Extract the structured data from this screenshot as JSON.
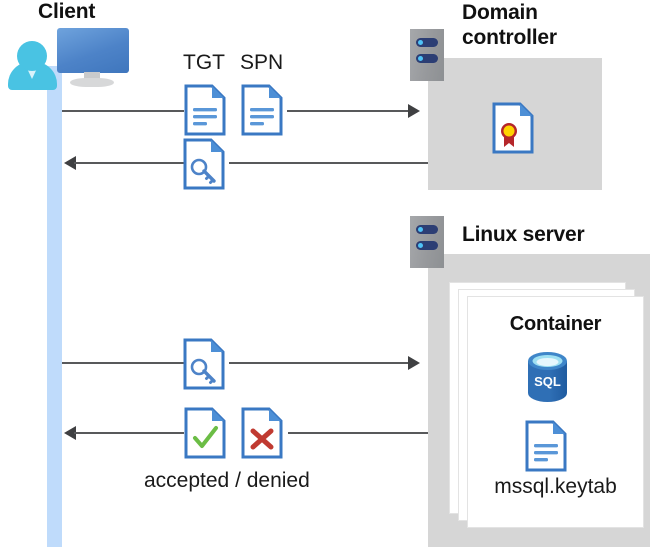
{
  "diagram": {
    "title_alt": "Kerberos authentication flow between client, domain controller and Linux server container",
    "colors": {
      "zone_gray": "#d6d6d6",
      "lifeline_blue": "#bfdbfb",
      "doc_blue": "#3a78c3",
      "accent_blue": "#4d83c8",
      "sql_blue": "#2f6fb5",
      "check_green": "#6bbd45",
      "cross_red": "#c03a31",
      "seal_yellow": "#ffd400",
      "seal_red": "#b5262a",
      "line_gray": "#58595b",
      "rack_gray": "#97999c"
    }
  },
  "actors": {
    "client": {
      "label": "Client",
      "icon": "user-computer-icon"
    },
    "domain_controller": {
      "label_line1": "Domain",
      "label_line2": "controller",
      "rack_icon": "server-rack-icon",
      "contents": [
        {
          "icon": "certificate-document-icon",
          "name": "certificate"
        }
      ]
    },
    "linux_server": {
      "label": "Linux server",
      "rack_icon": "server-rack-icon",
      "container": {
        "label": "Container",
        "items": [
          {
            "icon": "sql-database-icon",
            "label": "SQL"
          },
          {
            "icon": "keytab-document-icon",
            "label": "mssql.keytab"
          }
        ]
      }
    }
  },
  "messages": [
    {
      "id": "msg-tgt-spn",
      "direction": "right",
      "from": "client",
      "to": "domain_controller",
      "icons": [
        {
          "name": "tgt-document-icon",
          "label": "TGT"
        },
        {
          "name": "spn-document-icon",
          "label": "SPN"
        }
      ]
    },
    {
      "id": "msg-service-ticket",
      "direction": "left",
      "from": "domain_controller",
      "to": "client",
      "icons": [
        {
          "name": "key-document-icon",
          "label": ""
        }
      ]
    },
    {
      "id": "msg-ticket-presented",
      "direction": "right",
      "from": "client",
      "to": "linux_server",
      "icons": [
        {
          "name": "key-document-icon",
          "label": ""
        }
      ]
    },
    {
      "id": "msg-auth-result",
      "direction": "left",
      "from": "linux_server",
      "to": "client",
      "icons": [
        {
          "name": "accepted-document-icon",
          "label": ""
        },
        {
          "name": "denied-document-icon",
          "label": ""
        }
      ],
      "caption": "accepted / denied"
    }
  ],
  "labels": {
    "tgt": "TGT",
    "spn": "SPN",
    "accepted_denied": "accepted / denied",
    "sql": "SQL",
    "keytab": "mssql.keytab",
    "container": "Container",
    "client": "Client",
    "domain_line1": "Domain",
    "domain_line2": "controller",
    "linux_server": "Linux server"
  }
}
